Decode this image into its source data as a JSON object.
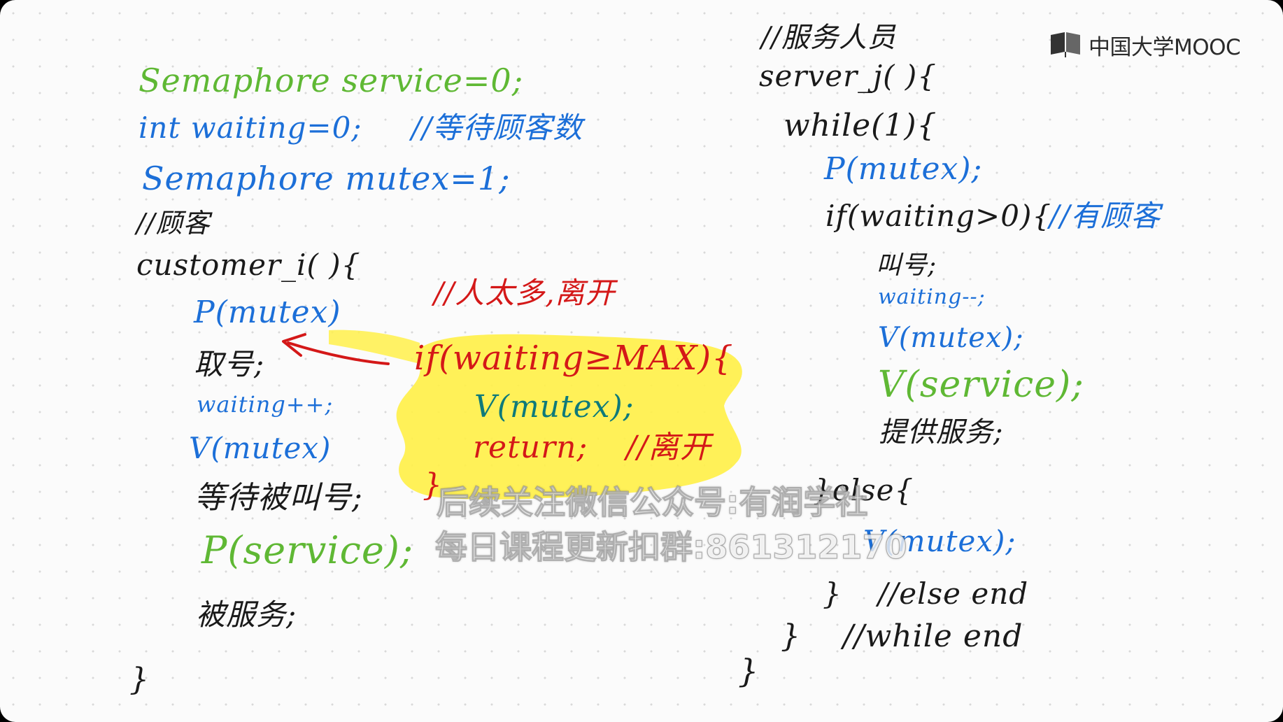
{
  "logo": {
    "text": "中国大学MOOC"
  },
  "left": {
    "line1": "Semaphore service=0;",
    "line2_code": "int waiting=0;",
    "line2_comment": "//等待顾客数",
    "line3": "Semaphore mutex=1;",
    "line4": "//顾客",
    "line5": "customer_i( ){",
    "line6": "P(mutex)",
    "line7": "取号;",
    "line8": "waiting++;",
    "line9": "V(mutex)",
    "line10": "等待被叫号;",
    "line11": "P(service);",
    "line12": "被服务;",
    "line13": "}"
  },
  "inserted": {
    "comment": "//人太多,离开",
    "if_line": "if(waiting≥MAX){",
    "vmutex": "V(mutex);",
    "return_code": "return;",
    "return_comment": "//离开",
    "close": "}"
  },
  "right": {
    "line1": "//服务人员",
    "line2": "server_j( ){",
    "line3": "while(1){",
    "line4": "P(mutex);",
    "line5_code": "if(waiting>0){",
    "line5_comment": "//有顾客",
    "line6": "叫号;",
    "line7": "waiting--;",
    "line8": "V(mutex);",
    "line9": "V(service);",
    "line10": "提供服务;",
    "line11": "}else{",
    "line12": "V(mutex);",
    "line13_brace": "}",
    "line13_comment": "//else end",
    "line14_brace": "}",
    "line14_comment": "//while end",
    "line15": "}"
  },
  "watermark": {
    "line1": "后续关注微信公众号:有润学社",
    "line2": "每日课程更新扣群:861312170"
  },
  "colors": {
    "green": "#5fb834",
    "blue": "#1c6fd8",
    "black": "#1a1a1a",
    "red": "#d41818",
    "highlight": "#fff04a"
  }
}
